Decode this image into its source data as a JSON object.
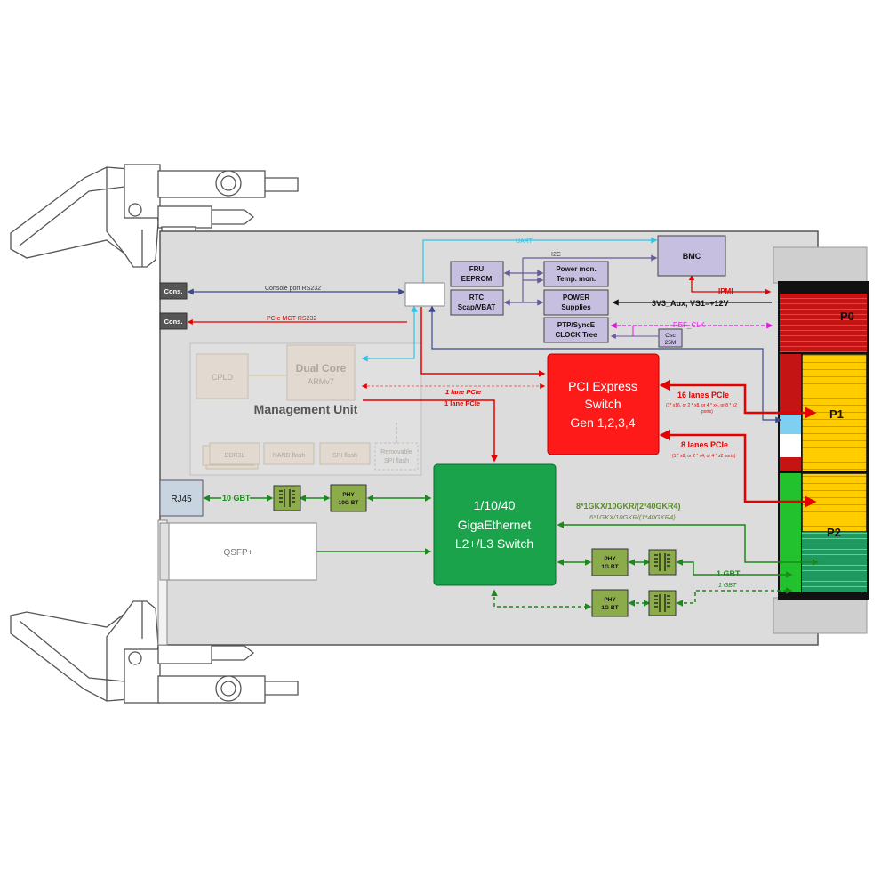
{
  "colors": {
    "board": "#dcdcdc",
    "bmc_block": "#c7bfe0",
    "pcie_switch": "#ff1a1a",
    "giga_switch": "#1aa34a",
    "phy_block": "#8cab4a",
    "uart_line": "#33c3e6",
    "red_line": "#e60000",
    "green_line": "#1a8a1a",
    "ref_clk": "#e619e6",
    "connector_p1": "#ffcc00",
    "connector_p2": "#1f9960"
  },
  "labels": {
    "uart": "UART",
    "i2c": "I2C",
    "console_port": "Console port RS232",
    "pcie_mgt": "PCIe MGT RS232",
    "cons_1": "Cons.",
    "cons_2": "Cons.",
    "bmc": "BMC",
    "ipmi": "IPMI",
    "power_line": "3V3_Aux, VS1=+12V",
    "ref_clk": "REF_CLK",
    "fru_1": "FRU",
    "fru_2": "EEPROM",
    "rtc_1": "RTC",
    "rtc_2": "Scap/VBAT",
    "pwrmon_1": "Power mon.",
    "pwrmon_2": "Temp. mon.",
    "power_1": "POWER",
    "power_2": "Supplies",
    "ptp_1": "PTP/SyncE",
    "ptp_2": "CLOCK Tree",
    "osc_1": "Osc",
    "osc_2": "25M",
    "cpld": "CPLD",
    "dual_core": "Dual Core",
    "armv7": "ARMv7",
    "mgmt_unit": "Management Unit",
    "ddr3l": "DDR3L",
    "nand": "NAND flash",
    "spi": "SPI flash",
    "rem_spi_1": "Removable",
    "rem_spi_2": "SPI flash",
    "lane1_italic": "1 lane PCIe",
    "lane1": "1 lane PCIe",
    "pcie_1": "PCI Express",
    "pcie_2": "Switch",
    "pcie_3": "Gen 1,2,3,4",
    "lanes16": "16 lanes PCIe",
    "lanes16_sub": "(1* x16, or 2 * x8, or 4 * x4, or 8 * x2",
    "lanes16_sub2": "ports)",
    "lanes8": "8 lanes PCIe",
    "lanes8_sub": "(1 * x8, or 2 * x4, or 4 * x2 ports)",
    "p0": "P0",
    "p1": "P1",
    "p2": "P2",
    "rj45": "RJ45",
    "gbt10": "10 GBT",
    "phy10_1": "PHY",
    "phy10_2": "10G BT",
    "qsfp": "QSFP+",
    "giga_1": "1/10/40",
    "giga_2": "GigaEthernet",
    "giga_3": "L2+/L3 Switch",
    "gkx8": "8*1GKX/10GKR/(2*40GKR4)",
    "gkx6": "6*1GKX/10GKR/(1*40GKR4)",
    "phy1g_a_1": "PHY",
    "phy1g_a_2": "1G BT",
    "phy1g_b_1": "PHY",
    "phy1g_b_2": "1G BT",
    "gbt1": "1 GBT",
    "gbt1_italic": "1 GBT"
  }
}
